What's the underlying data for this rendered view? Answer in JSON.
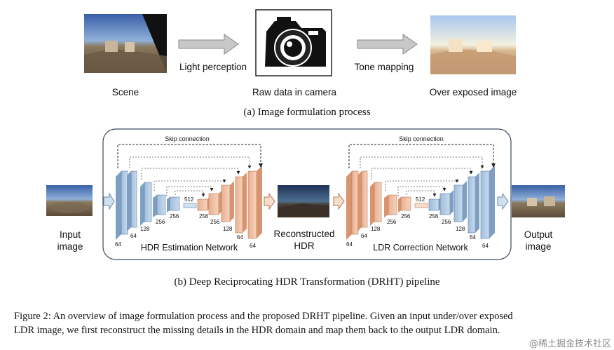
{
  "part_a": {
    "scene_label": "Scene",
    "arrow1_label": "Light perception",
    "camera_label": "Raw data in camera",
    "arrow2_label": "Tone mapping",
    "output_label": "Over exposed image",
    "caption": "(a) Image formulation process"
  },
  "part_b": {
    "skip_left": "Skip connection",
    "skip_right": "Skip connection",
    "input_label_1": "Input",
    "input_label_2": "image",
    "hdr_net_label": "HDR Estimation Network",
    "recon_label_1": "Reconstructed",
    "recon_label_2": "HDR",
    "ldr_net_label": "LDR Correction Network",
    "output_label_1": "Output",
    "output_label_2": "image",
    "caption": "(b) Deep Reciprocating HDR Transformation (DRHT) pipeline",
    "channel_labels": {
      "n64": "64",
      "n128": "128",
      "n256": "256",
      "n512": "512"
    }
  },
  "figure_caption": {
    "line1": "Figure 2: An overview of image formulation process and the proposed DRHT pipeline. Given an input under/over exposed",
    "line2": "LDR image, we first reconstruct the missing details in the HDR domain and map them back to the output LDR domain."
  },
  "watermark": "@稀土掘金技术社区",
  "colors": {
    "blue_block": "#b8cfe6",
    "orange_block": "#f2c4a8",
    "arrow_fill": "#c8c8c8"
  }
}
